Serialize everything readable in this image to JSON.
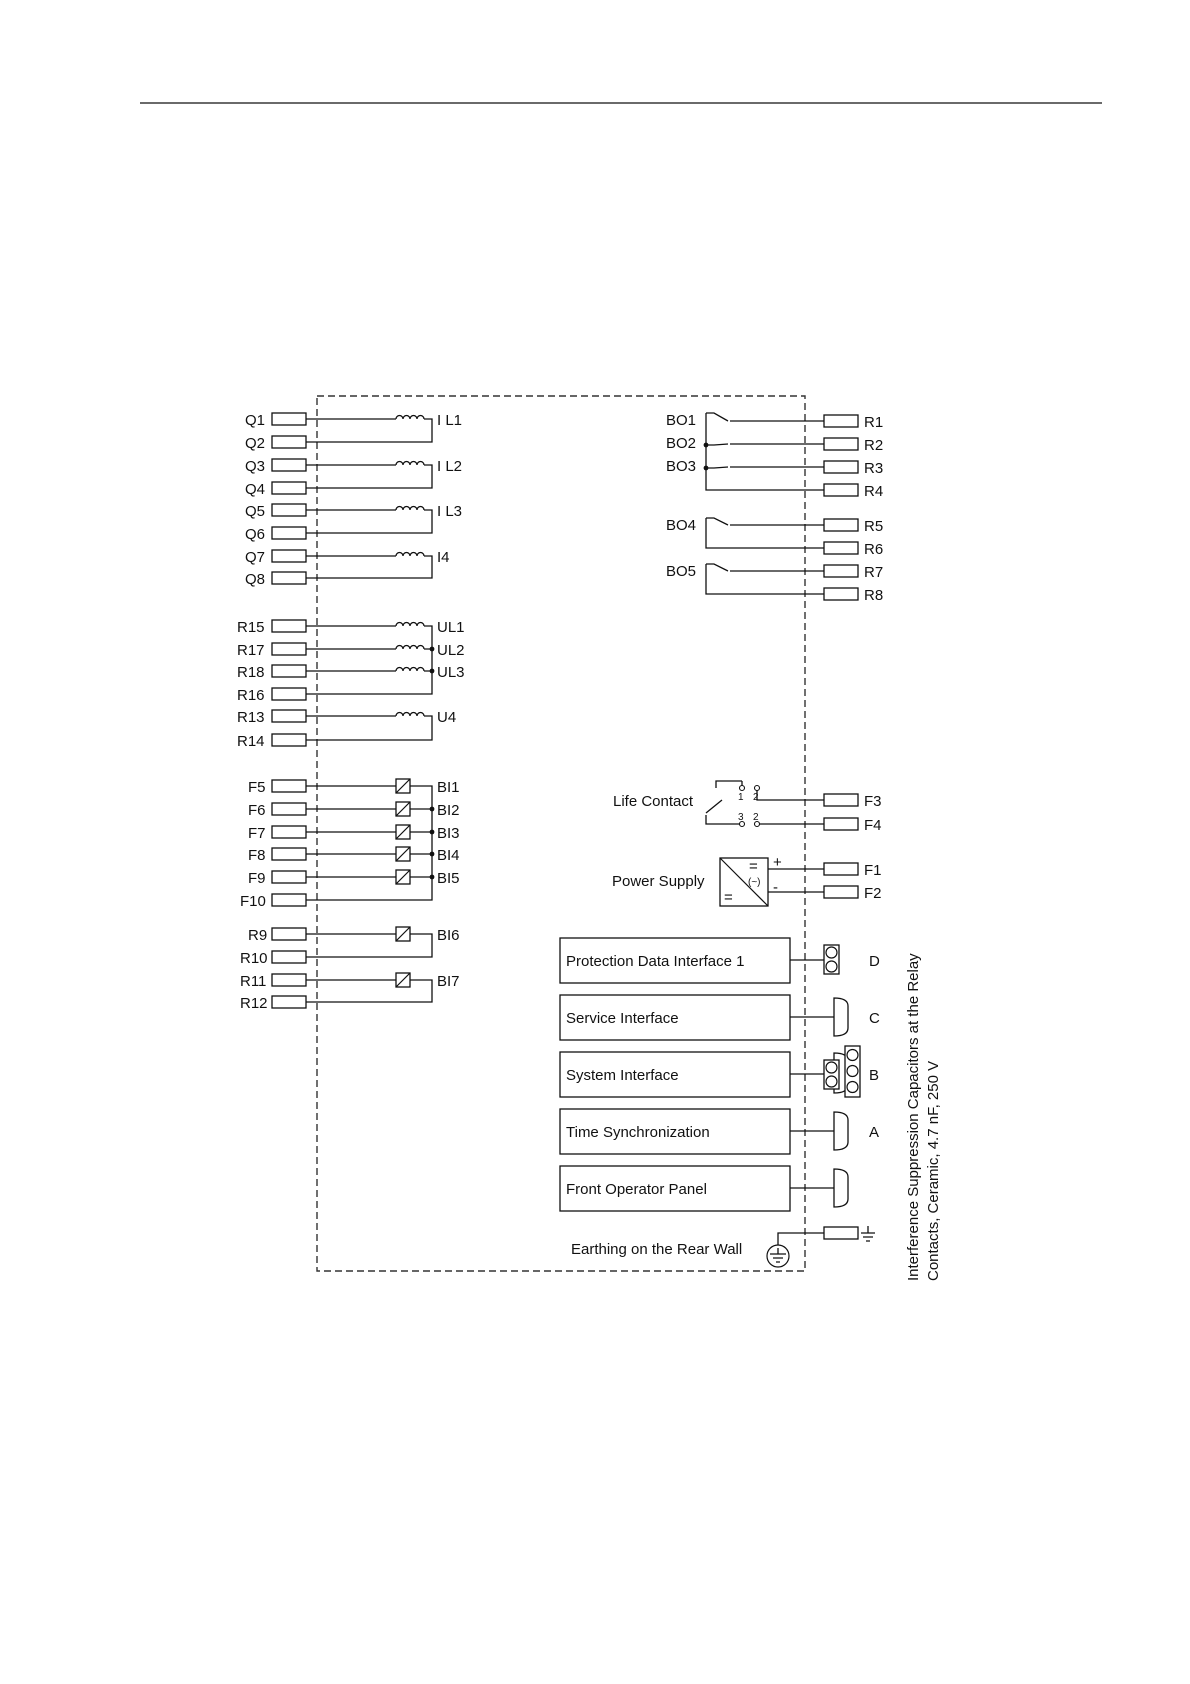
{
  "left_terminals": {
    "current": [
      "Q1",
      "Q2",
      "Q3",
      "Q4",
      "Q5",
      "Q6",
      "Q7",
      "Q8"
    ],
    "current_inputs": [
      "I L1",
      "I L2",
      "I L3",
      "I4"
    ],
    "voltage": [
      "R15",
      "R17",
      "R18",
      "R16",
      "R13",
      "R14"
    ],
    "voltage_inputs": [
      "UL1",
      "UL2",
      "UL3",
      "U4"
    ],
    "binary_group1": [
      "F5",
      "F6",
      "F7",
      "F8",
      "F9",
      "F10"
    ],
    "binary_inputs_group1": [
      "BI1",
      "BI2",
      "BI3",
      "BI4",
      "BI5"
    ],
    "binary_group2": [
      "R9",
      "R10",
      "R11",
      "R12"
    ],
    "binary_inputs_group2": [
      "BI6",
      "BI7"
    ]
  },
  "binary_outputs": [
    "BO1",
    "BO2",
    "BO3",
    "BO4",
    "BO5"
  ],
  "right_terminals": [
    "R1",
    "R2",
    "R3",
    "R4",
    "R5",
    "R6",
    "R7",
    "R8"
  ],
  "life_contact": {
    "label": "Life Contact",
    "pins": [
      "1",
      "2",
      "3",
      "2"
    ],
    "terminals": [
      "F3",
      "F4"
    ]
  },
  "power_supply": {
    "label": "Power Supply",
    "symbol_top": "=",
    "symbol_mid": "(~)",
    "symbol_bottom": "=",
    "plus": "+",
    "minus": "-",
    "terminals": [
      "F1",
      "F2"
    ]
  },
  "interfaces": [
    {
      "label": "Protection Data Interface 1",
      "port": "D"
    },
    {
      "label": "Service Interface",
      "port": "C"
    },
    {
      "label": "System Interface",
      "port": "B"
    },
    {
      "label": "Time Synchronization",
      "port": "A"
    },
    {
      "label": "Front Operator Panel",
      "port": ""
    }
  ],
  "earthing": {
    "label": "Earthing on the Rear Wall"
  },
  "side_note": {
    "line1": "Interference Suppression Capacitors at the Relay",
    "line2": "Contacts, Ceramic, 4.7 nF, 250 V"
  }
}
